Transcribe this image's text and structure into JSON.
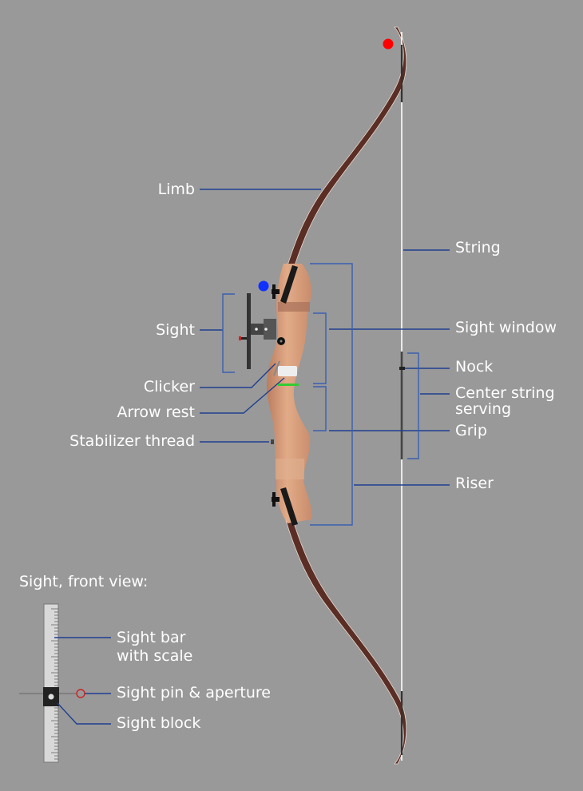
{
  "labels": {
    "limb": "Limb",
    "string": "String",
    "sight": "Sight",
    "sight_window": "Sight window",
    "nock": "Nock",
    "center_serving_line1": "Center string",
    "center_serving_line2": "serving",
    "clicker": "Clicker",
    "arrow_rest": "Arrow rest",
    "grip": "Grip",
    "stabilizer_thread": "Stabilizer thread",
    "riser": "Riser"
  },
  "inset": {
    "title": "Sight, front view:",
    "sight_bar_line1": "Sight bar",
    "sight_bar_line2": "with scale",
    "sight_pin": "Sight pin & aperture",
    "sight_block": "Sight block"
  },
  "colors": {
    "background": "#999999",
    "text": "#ffffff",
    "leader": "#1f3f8f",
    "bracket": "#3a5fb0",
    "riser_wood": "#d49a78",
    "limb": "#5a2e24",
    "string": "#ffffff",
    "string_end_marker": "#ff0000",
    "sight_marker": "#1030ff",
    "arrow_rest": "#33cc33"
  }
}
